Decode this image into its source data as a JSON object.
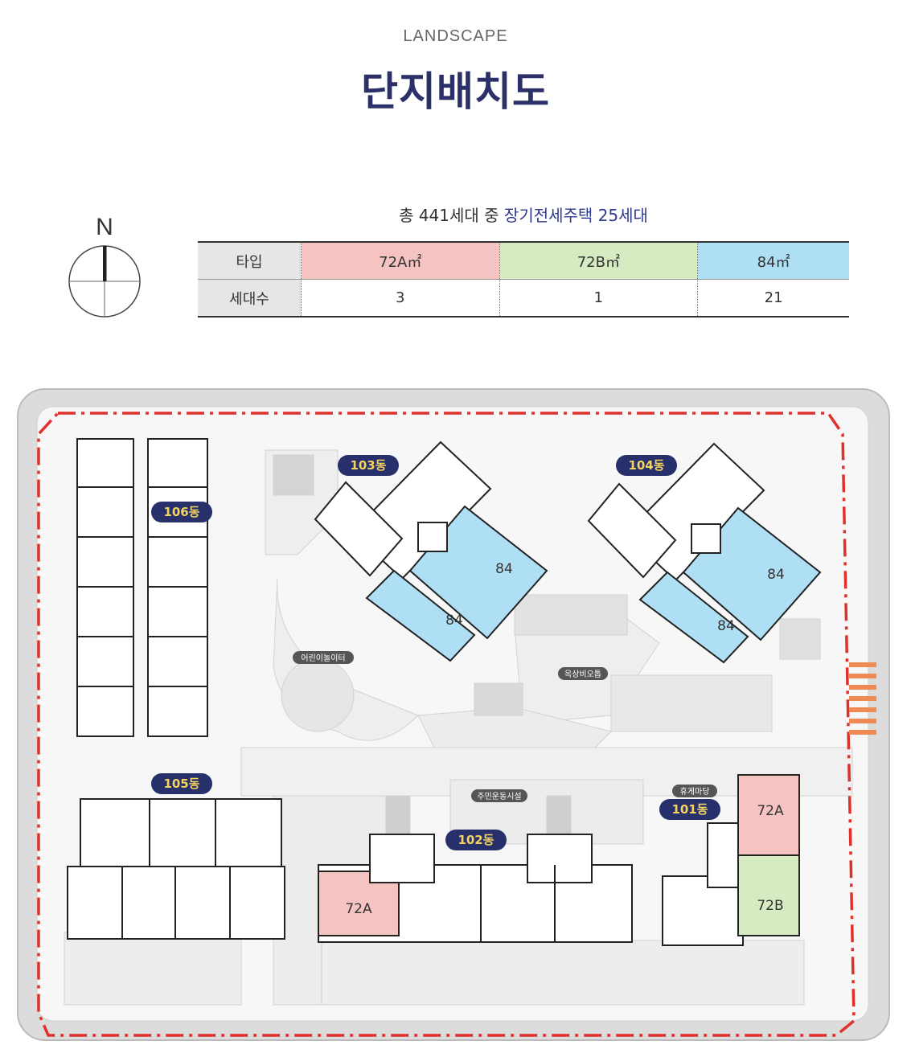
{
  "header": {
    "eyebrow": "LANDSCAPE",
    "title": "단지배치도"
  },
  "summary": {
    "prefix": "총 441세대 중 ",
    "highlight": "장기전세주택 25세대"
  },
  "compass": {
    "label": "N"
  },
  "unit_table": {
    "row1_label": "타입",
    "row2_label": "세대수",
    "types": [
      {
        "name": "72A㎡",
        "count": "3",
        "color": "#f6c3c3"
      },
      {
        "name": "72B㎡",
        "count": "1",
        "color": "#d6ebc2"
      },
      {
        "name": "84㎡",
        "count": "21",
        "color": "#aedff4"
      }
    ]
  },
  "site_plan": {
    "buildings": {
      "b101": "101동",
      "b102": "102동",
      "b103": "103동",
      "b104": "104동",
      "b105": "105동",
      "b106": "106동"
    },
    "facilities": {
      "playground": "어린이놀이터",
      "community": "주민운동시설",
      "rest_area": "휴게마당",
      "terrace": "옥상비오톱"
    },
    "unit_labels": {
      "b103_a": "84",
      "b103_b": "84",
      "b104_a": "84",
      "b104_b": "84",
      "b102_a": "72A",
      "b101_a": "72A",
      "b101_b": "72B"
    },
    "colors": {
      "navy_badge": "#27306b",
      "badge_text": "#f4d35e",
      "boundary": "#e0302b",
      "unit_84": "#aedff4",
      "unit_72a": "#f6c3c3",
      "unit_72b": "#d6ebc2"
    }
  }
}
